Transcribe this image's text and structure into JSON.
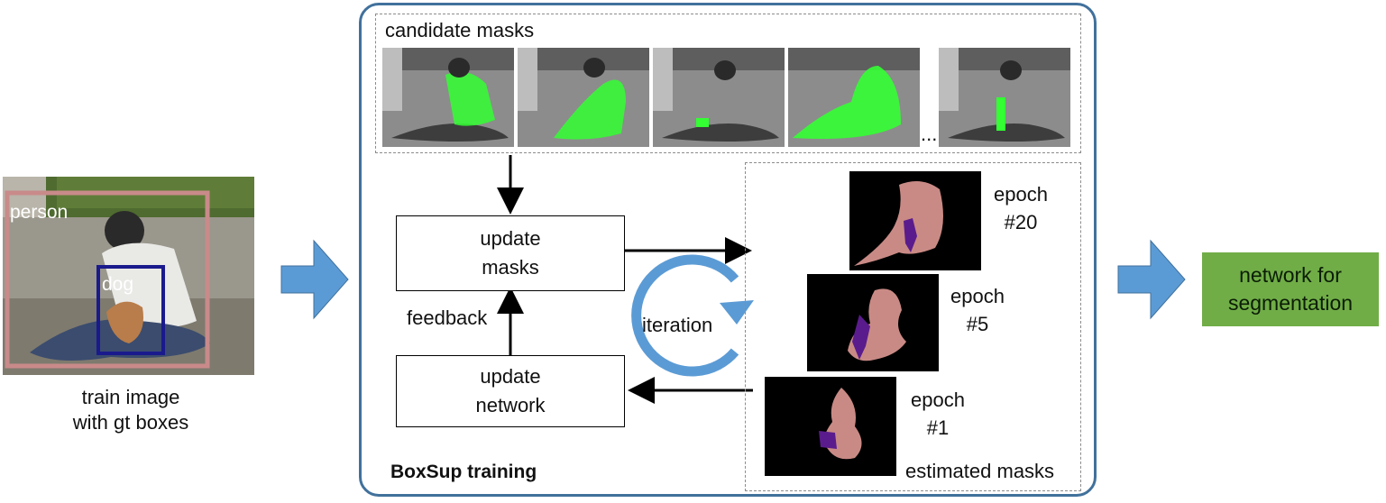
{
  "left": {
    "person_label": "person",
    "dog_label": "dog",
    "caption_line1": "train image",
    "caption_line2": "with gt boxes"
  },
  "candidates": {
    "title": "candidate masks",
    "ellipsis": "..."
  },
  "flow": {
    "update_masks_l1": "update",
    "update_masks_l2": "masks",
    "update_network_l1": "update",
    "update_network_l2": "network",
    "feedback": "feedback",
    "iteration": "iteration",
    "training_label": "BoxSup training"
  },
  "estimated": {
    "label": "estimated masks",
    "epochs": [
      {
        "word": "epoch",
        "num": "#20"
      },
      {
        "word": "epoch",
        "num": "#5"
      },
      {
        "word": "epoch",
        "num": "#1"
      }
    ]
  },
  "output": {
    "line1": "network for",
    "line2": "segmentation"
  },
  "colors": {
    "frame": "#41719c",
    "arrow_fill": "#5b9bd5",
    "output_box": "#70ad47",
    "mask_person": "#c98a85",
    "mask_dog": "#5a1c8c",
    "candidate_green": "#33ff33",
    "person_box": "#c98a8a",
    "dog_box": "#1a1a8c"
  }
}
